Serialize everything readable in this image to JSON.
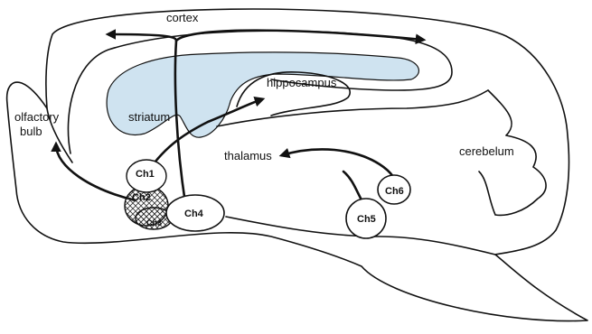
{
  "labels": {
    "cortex": "cortex",
    "hippocampus": "hippocampus",
    "olfactory_line1": "olfactory",
    "olfactory_line2": "bulb",
    "striatum": "striatum",
    "thalamus": "thalamus",
    "cerebelum": "cerebelum"
  },
  "nuclei": {
    "ch1": "Ch1",
    "ch2": "Ch2",
    "ch3": "Ch3",
    "ch4": "Ch4",
    "ch5": "Ch5",
    "ch6": "Ch6"
  },
  "colors": {
    "striatum_fill": "#cfe3f0",
    "outline": "#111111"
  }
}
